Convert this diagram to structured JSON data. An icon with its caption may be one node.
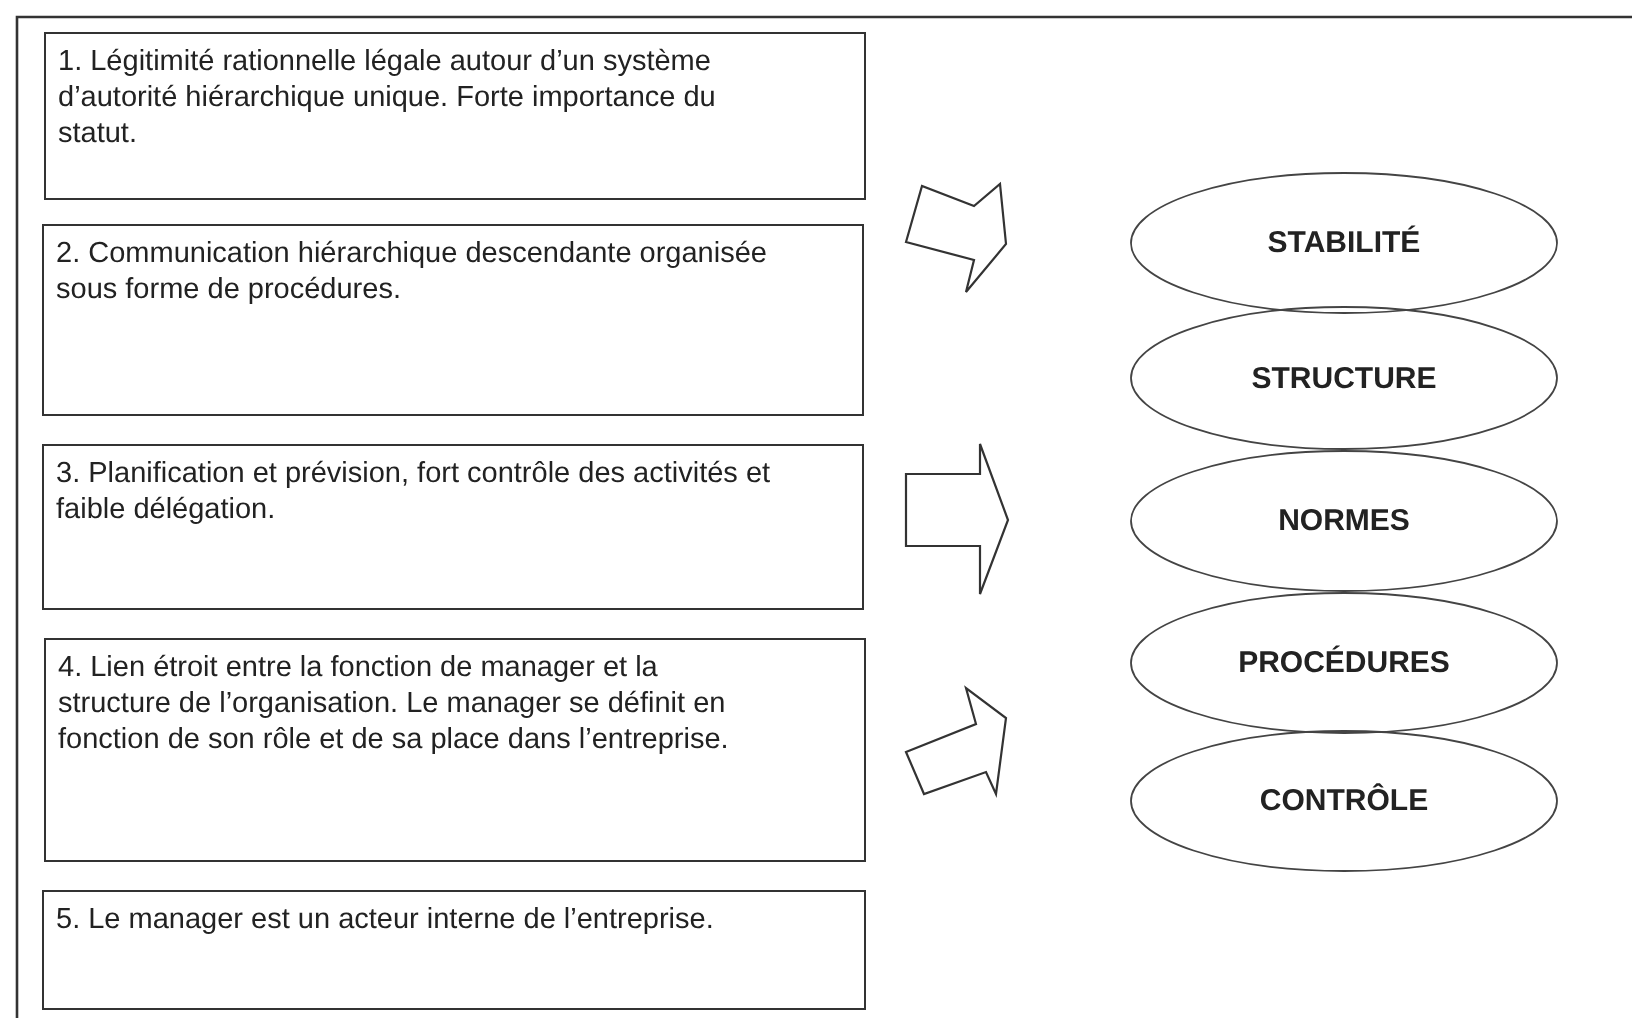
{
  "diagram": {
    "nodes": [
      {
        "text": [
          "1. Légitimité rationnelle légale autour d’un système d’autorité hiérarchique unique. Forte importance du statut."
        ]
      },
      {
        "text": [
          "2. Communication hiérarchique descendante organisée sous forme de procédures."
        ]
      },
      {
        "text": [
          "3. Planification et prévision, fort contrôle des activités et faible délégation."
        ]
      },
      {
        "text": [
          "4. Lien étroit entre la fonction de manager et la structure de l’organisation. Le manager se définit en fonction de son rôle et de sa place dans l’entreprise."
        ]
      },
      {
        "text": [
          "5. Le manager est un acteur interne de l’entreprise."
        ]
      },
      {
        "text": [
          "STABILITÉ"
        ]
      },
      {
        "text": [
          "STRUCTURE"
        ]
      },
      {
        "text": [
          "NORMES"
        ]
      },
      {
        "text": [
          "PROCÉDURES"
        ]
      },
      {
        "text": [
          "CONTRÔLE"
        ]
      }
    ]
  }
}
